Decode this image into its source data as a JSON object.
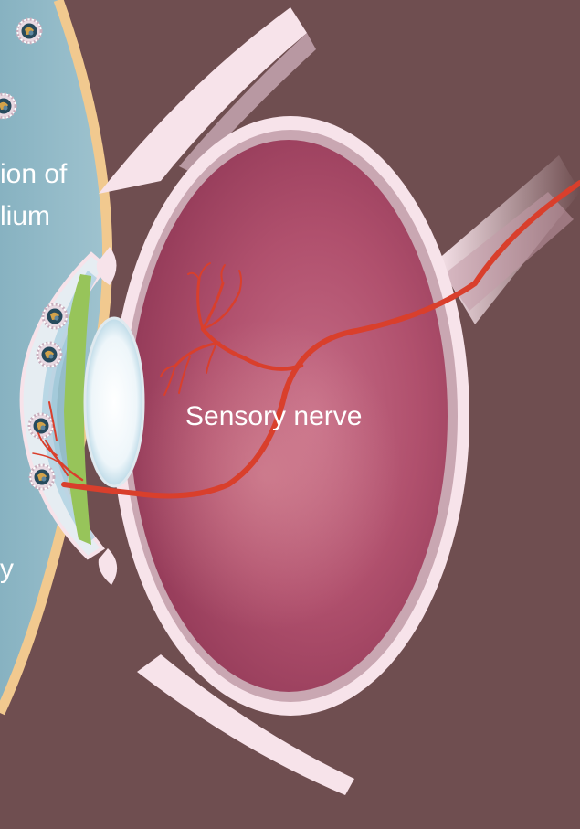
{
  "labels": {
    "panel_line_1": "ion of",
    "panel_line_2": "lium",
    "panel_line_3": "y",
    "sensory_nerve": "Sensory nerve"
  },
  "colors": {
    "background": "#6f4e50",
    "panel": "#8fb7c4",
    "panel_border": "#f1c98f",
    "sclera": "#f7e3ea",
    "choroid_band": "#c9a7b2",
    "vitreous": "#b25570",
    "nerve": "#d93f2c",
    "lens": "#e9f3f7",
    "iris": "#97c45a"
  },
  "icons": [
    "virus-particle-icon"
  ]
}
